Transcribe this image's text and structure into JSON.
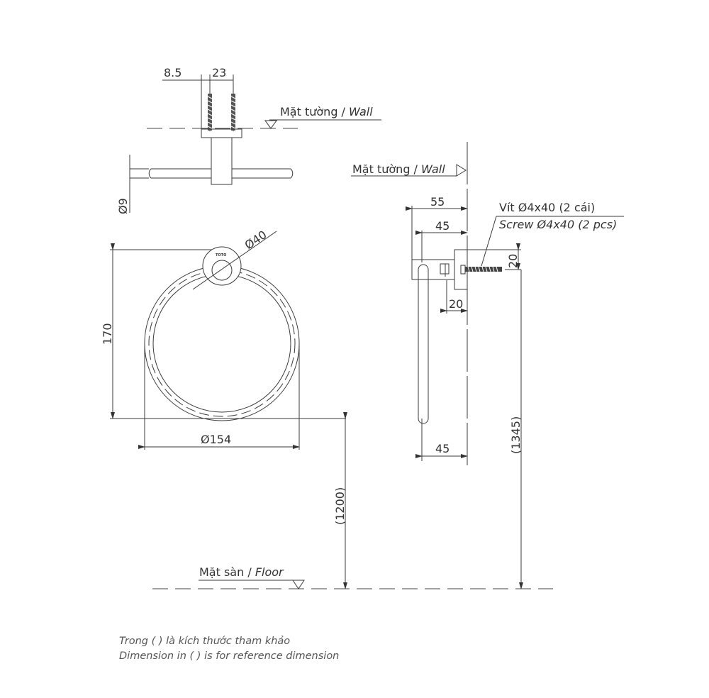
{
  "drawing": {
    "top_view": {
      "dim_offset": "8.5",
      "dim_screw_spacing": "23",
      "dim_rod_diameter": "Ø9",
      "wall_label_vi": "Mặt tường / ",
      "wall_label_en": "Wall"
    },
    "front_view": {
      "dim_flange_diameter": "Ø40",
      "dim_height": "170",
      "dim_ring_diameter": "Ø154",
      "brand_mark": "TOTO"
    },
    "side_view": {
      "wall_label_vi": "Mặt tường / ",
      "wall_label_en": "Wall",
      "dim_total_depth": "55",
      "dim_ring_depth": "45",
      "dim_bracket_height": "20",
      "dim_bracket_depth": "20",
      "dim_bottom_depth": "45",
      "dim_mount_height_ref": "(1345)",
      "screw_label_vi": "Vít Ø4x40 (2 cái)",
      "screw_label_en": "Screw Ø4x40 (2 pcs)"
    },
    "floor": {
      "label_vi": "Mặt sàn / ",
      "label_en": "Floor",
      "dim_ring_height_ref": "(1200)"
    },
    "notes": {
      "line_vi": "Trong ( ) là kích thước tham khảo",
      "line_en": "Dimension in ( ) is for reference dimension"
    }
  }
}
